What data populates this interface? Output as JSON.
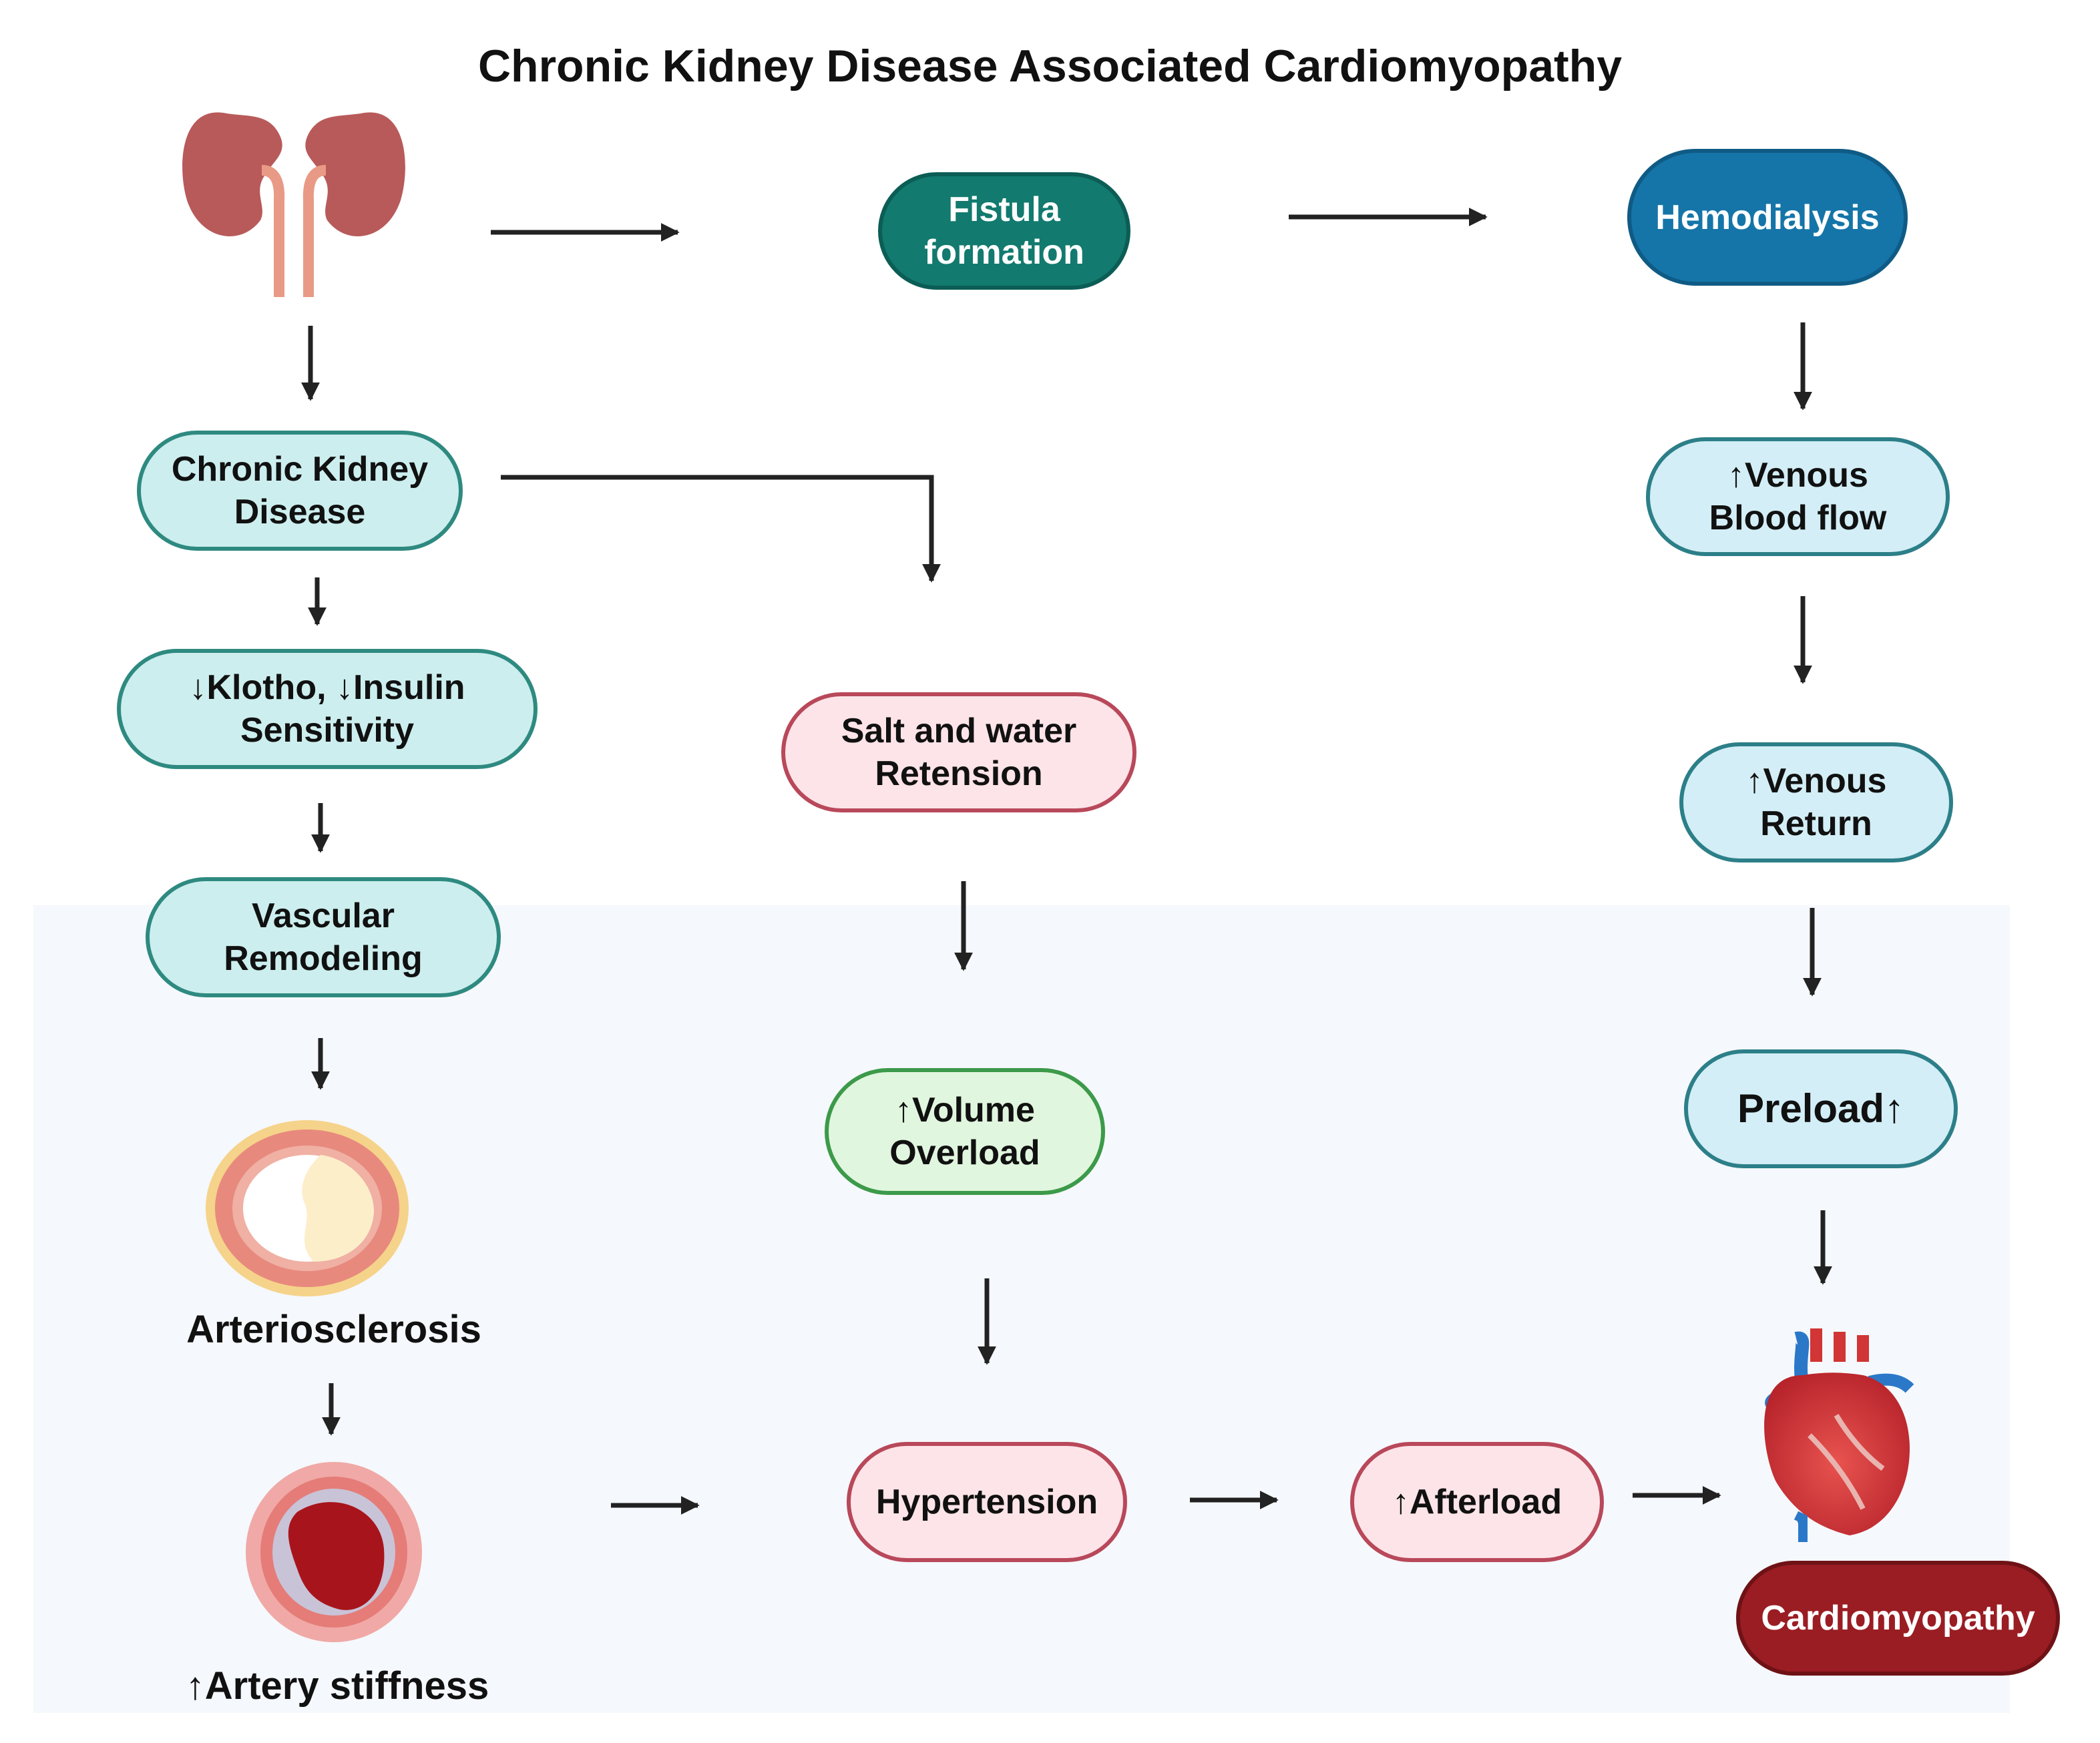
{
  "title": "Chronic Kidney Disease Associated Cardiomyopathy",
  "nodes": {
    "fistula": "Fistula\nformation",
    "hemodialysis": "Hemodialysis",
    "ckd": "Chronic Kidney\nDisease",
    "klotho": "↓Klotho, ↓Insulin\nSensitivity",
    "vascular": "Vascular\nRemodeling",
    "salt": "Salt and water\nRetension",
    "volume": "↑Volume\nOverload",
    "venous_flow": "↑Venous\nBlood flow",
    "venous_return": "↑Venous\nReturn",
    "preload": "Preload↑",
    "hypertension": "Hypertension",
    "afterload": "↑Afterload",
    "cardiomyopathy": "Cardiomyopathy"
  },
  "labels": {
    "arteriosclerosis": "Arteriosclerosis",
    "artery_stiffness": "↑Artery stiffness"
  },
  "colors": {
    "teal_fill": "#cdeeee",
    "cyan_fill": "#d3eef6",
    "pink_fill": "#fde4e8",
    "green_fill": "#e1f6de",
    "fistula": "#127a6e",
    "hemodialysis": "#1575a8",
    "cardiomyopathy": "#9a1d23"
  },
  "icons": [
    "kidneys-icon",
    "arteriosclerosis-artery-icon",
    "stiff-artery-icon",
    "heart-icon"
  ]
}
